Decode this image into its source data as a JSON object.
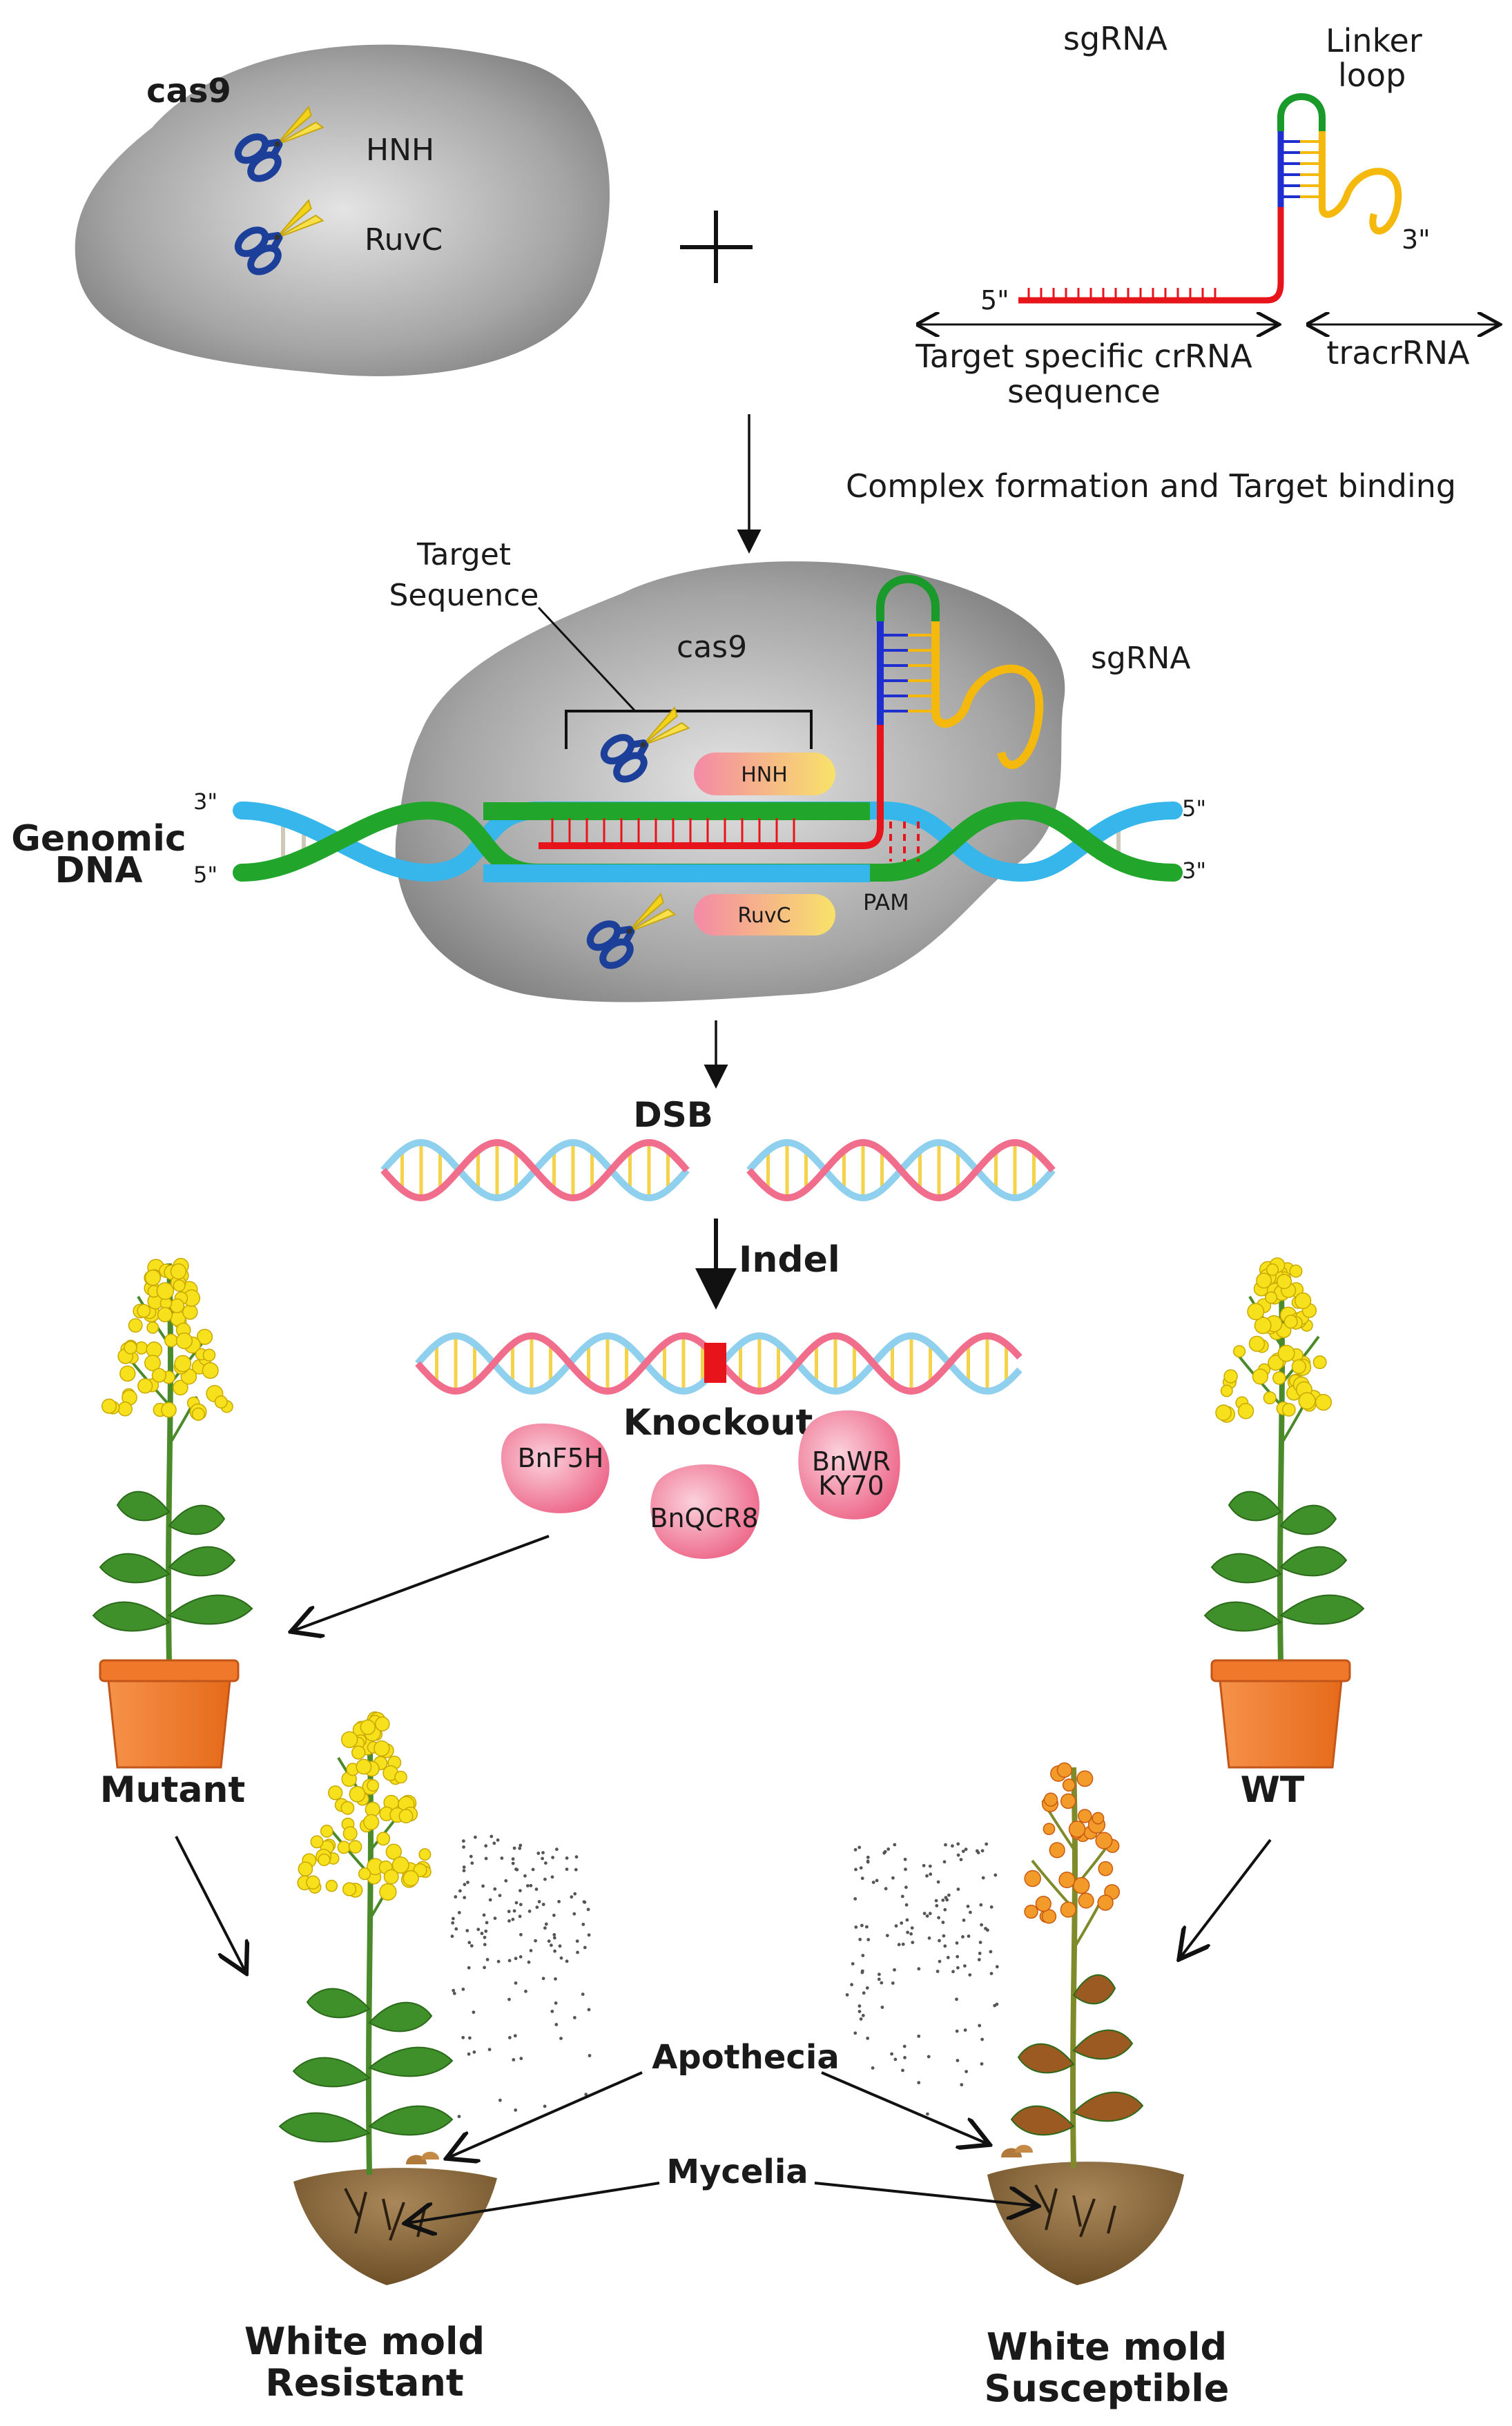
{
  "labels": {
    "cas9_top": "cas9",
    "hnh_top": "HNH",
    "ruvc_top": "RuvC",
    "plus": "+",
    "sgrna_top": "sgRNA",
    "linker_loop_1": "Linker",
    "linker_loop_2": "loop",
    "three_prime_top": "3\"",
    "five_prime_top": "5\"",
    "crrna_1": "Target specific crRNA",
    "crrna_2": "sequence",
    "tracrrna": "tracrRNA",
    "complex": "Complex formation and Target binding",
    "target_seq_1": "Target",
    "target_seq_2": "Sequence",
    "cas9_mid": "cas9",
    "sgrna_mid": "sgRNA",
    "hnh_mid": "HNH",
    "ruvc_mid": "RuvC",
    "pam": "PAM",
    "genomic_1": "Genomic",
    "genomic_2": "DNA",
    "dna_3_left": "3\"",
    "dna_5_left": "5\"",
    "dna_5_right": "5\"",
    "dna_3_right": "3\"",
    "dsb": "DSB",
    "indel": "Indel",
    "knockout": "Knockout",
    "gene_1": "BnF5H",
    "gene_2": "BnQCR8",
    "gene_3a": "BnWR",
    "gene_3b": "KY70",
    "mutant": "Mutant",
    "wt": "WT",
    "apothecia": "Apothecia",
    "mycelia": "Mycelia",
    "resistant_1": "White mold",
    "resistant_2": "Resistant",
    "susceptible_1": "White mold",
    "susceptible_2": "Susceptible"
  },
  "colors": {
    "cas9_gray": "#8a8a8a",
    "rna_red": "#e8141c",
    "rna_blue": "#1f2fcf",
    "rna_green": "#1a9a2a",
    "rna_yellow": "#f5b80c",
    "dna_green": "#21a52a",
    "dna_blue": "#36b6ea",
    "helix_pink": "#f06e8c",
    "helix_blue": "#8fd0ee",
    "helix_rung": "#f4d24a",
    "knockout_red": "#e8141c",
    "protein_pink": "#f2708f",
    "pot_orange": "#f0782a",
    "flower_yellow": "#f7e01c",
    "leaf_green": "#3f8f2a",
    "soil_brown": "#8b6a3c"
  }
}
